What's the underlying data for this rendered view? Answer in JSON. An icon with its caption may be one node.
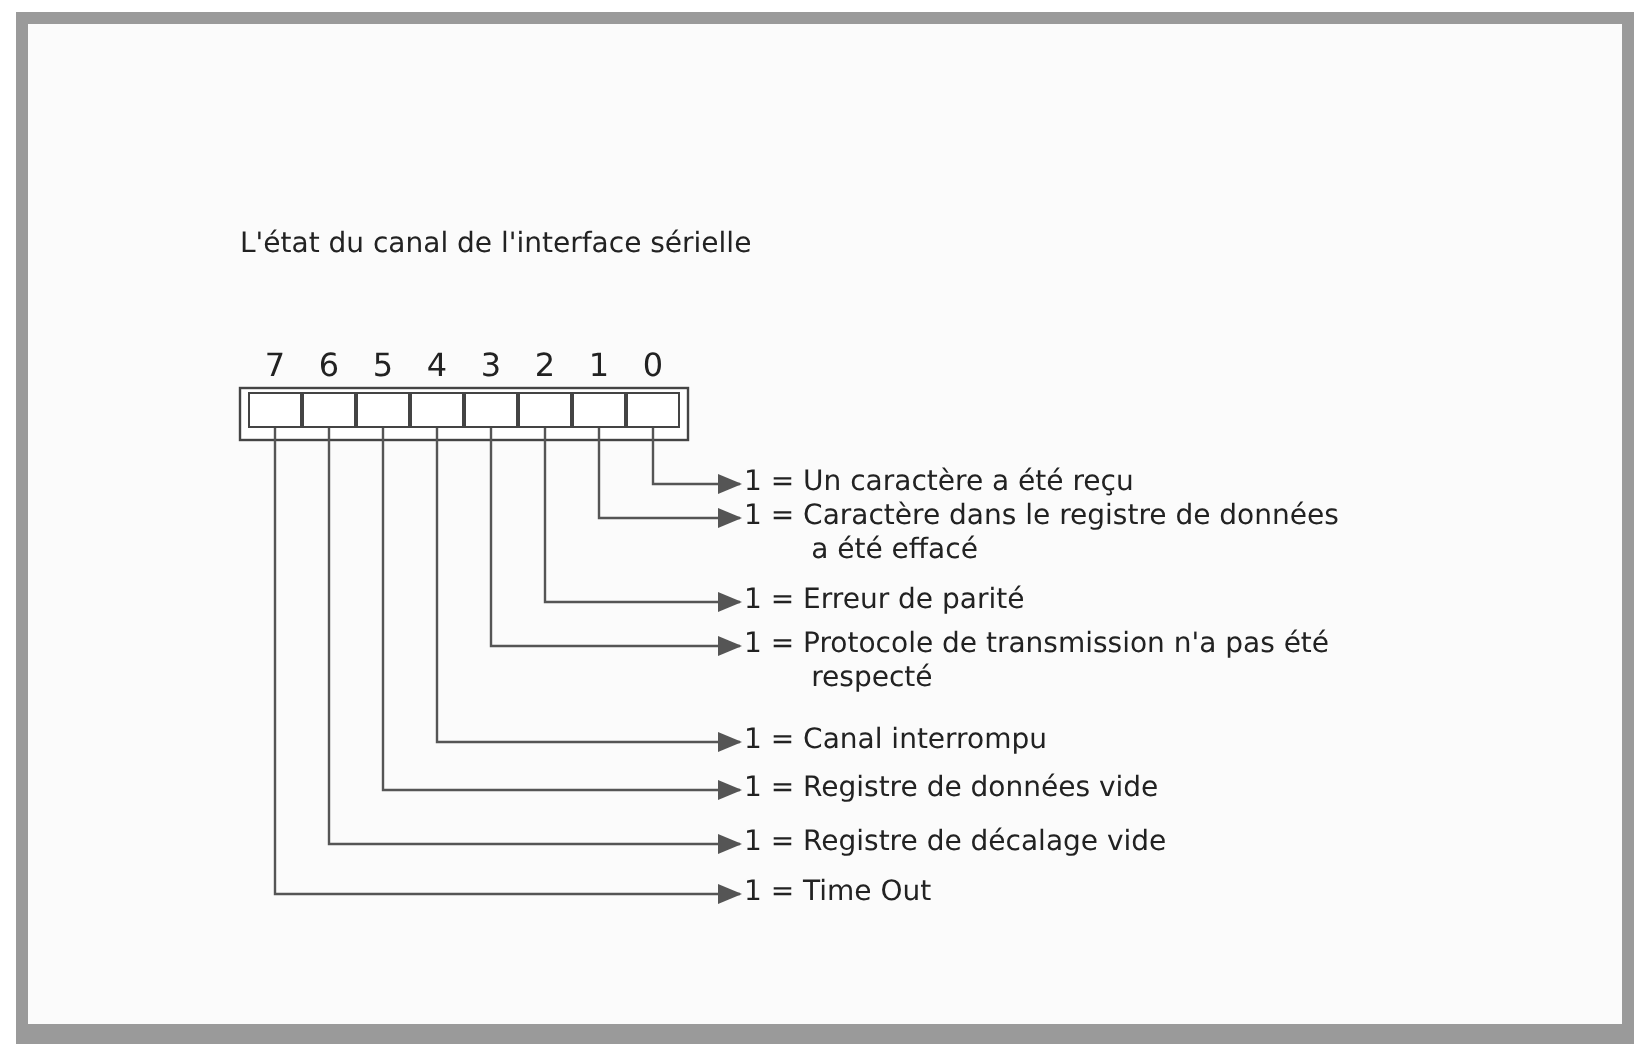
{
  "diagram": {
    "title": "L'état du canal de l'interface sérielle",
    "nodes": [
      {
        "text": [
          "7"
        ]
      },
      {
        "text": [
          "6"
        ]
      },
      {
        "text": [
          "5"
        ]
      },
      {
        "text": [
          "4"
        ]
      },
      {
        "text": [
          "3"
        ]
      },
      {
        "text": [
          "2"
        ]
      },
      {
        "text": [
          "1"
        ]
      },
      {
        "text": [
          "0"
        ]
      },
      {
        "text": [
          "1 = Un caractère a été reçu"
        ]
      },
      {
        "text": [
          "1 = Caractère dans le registre de données a été effacé"
        ]
      },
      {
        "text": [
          "1 = Erreur de parité"
        ]
      },
      {
        "text": [
          "1 = Protocole de transmission n'a pas été respecté"
        ]
      },
      {
        "text": [
          "1 = Canal interrompu"
        ]
      },
      {
        "text": [
          "1 = Registre de données vide"
        ]
      },
      {
        "text": [
          "1 = Registre de décalage vide"
        ]
      },
      {
        "text": [
          "1 = Time Out"
        ]
      }
    ],
    "edges": [
      {
        "from": 7,
        "to": 8,
        "arrow": "to"
      },
      {
        "from": 6,
        "to": 9,
        "arrow": "to"
      },
      {
        "from": 5,
        "to": 10,
        "arrow": "to"
      },
      {
        "from": 4,
        "to": 11,
        "arrow": "to"
      },
      {
        "from": 3,
        "to": 12,
        "arrow": "to"
      },
      {
        "from": 2,
        "to": 13,
        "arrow": "to"
      },
      {
        "from": 1,
        "to": 14,
        "arrow": "to"
      },
      {
        "from": 0,
        "to": 15,
        "arrow": "to"
      }
    ]
  }
}
